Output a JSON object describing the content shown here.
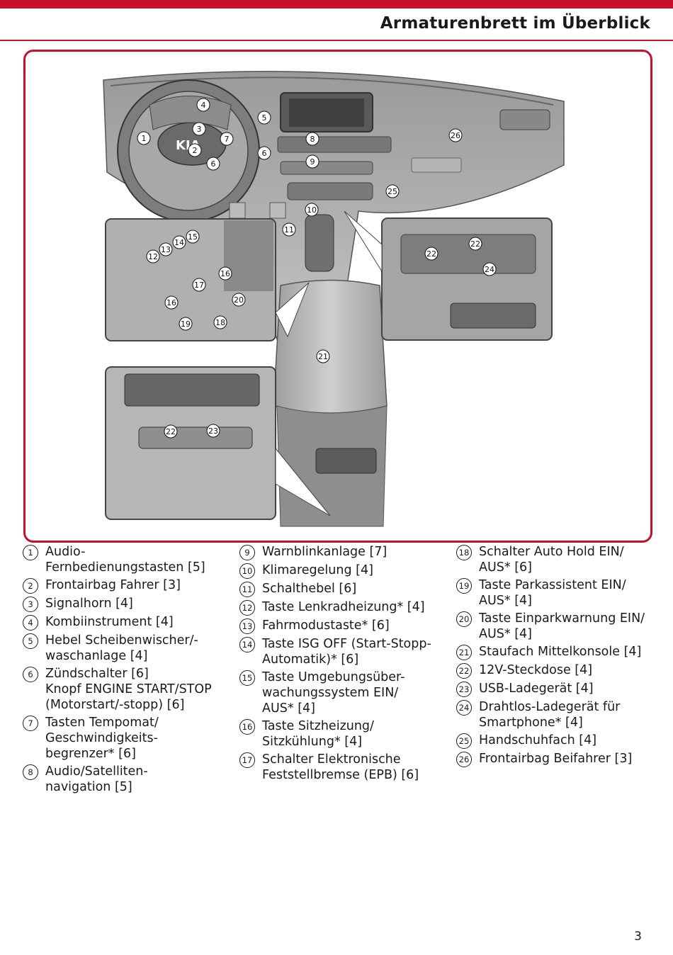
{
  "header": {
    "title": "Armaturenbrett im Überblick"
  },
  "figure": {
    "callouts": [
      "1",
      "2",
      "3",
      "4",
      "5",
      "6",
      "6",
      "7",
      "8",
      "9",
      "10",
      "11",
      "12",
      "13",
      "14",
      "15",
      "16",
      "16",
      "17",
      "18",
      "19",
      "20",
      "21",
      "22",
      "22",
      "22",
      "23",
      "24",
      "25",
      "26"
    ]
  },
  "legend": {
    "col1": [
      {
        "n": "1",
        "text": "Audio-\nFernbedienungstasten [5]"
      },
      {
        "n": "2",
        "text": "Frontairbag Fahrer [3]"
      },
      {
        "n": "3",
        "text": "Signalhorn [4]"
      },
      {
        "n": "4",
        "text": "Kombiinstrument [4]"
      },
      {
        "n": "5",
        "text": "Hebel Scheibenwischer/-\nwaschanlage [4]"
      },
      {
        "n": "6",
        "text": "Zündschalter [6]\nKnopf ENGINE START/STOP\n(Motorstart/-stopp) [6]"
      },
      {
        "n": "7",
        "text": "Tasten Tempomat/\nGeschwindigkeits-\nbegrenzer* [6]"
      },
      {
        "n": "8",
        "text": "Audio/Satelliten-\nnavigation [5]"
      }
    ],
    "col2": [
      {
        "n": "9",
        "text": "Warnblinkanlage [7]"
      },
      {
        "n": "10",
        "text": "Klimaregelung [4]"
      },
      {
        "n": "11",
        "text": "Schalthebel [6]"
      },
      {
        "n": "12",
        "text": "Taste Lenkradheizung* [4]"
      },
      {
        "n": "13",
        "text": "Fahrmodustaste* [6]"
      },
      {
        "n": "14",
        "text": "Taste ISG OFF (Start-Stopp-\nAutomatik)* [6]"
      },
      {
        "n": "15",
        "text": "Taste Umgebungsüber-\nwachungssystem EIN/\nAUS* [4]"
      },
      {
        "n": "16",
        "text": "Taste Sitzheizung/\nSitzkühlung* [4]"
      },
      {
        "n": "17",
        "text": "Schalter Elektronische\nFeststellbremse (EPB) [6]"
      }
    ],
    "col3": [
      {
        "n": "18",
        "text": "Schalter Auto Hold EIN/\nAUS* [6]"
      },
      {
        "n": "19",
        "text": "Taste Parkassistent EIN/\nAUS* [4]"
      },
      {
        "n": "20",
        "text": "Taste Einparkwarnung EIN/\nAUS* [4]"
      },
      {
        "n": "21",
        "text": "Staufach Mittelkonsole [4]"
      },
      {
        "n": "22",
        "text": "12V-Steckdose [4]"
      },
      {
        "n": "23",
        "text": "USB-Ladegerät [4]"
      },
      {
        "n": "24",
        "text": "Drahtlos-Ladegerät für\nSmartphone* [4]"
      },
      {
        "n": "25",
        "text": "Handschuhfach [4]"
      },
      {
        "n": "26",
        "text": "Frontairbag Beifahrer [3]"
      }
    ]
  },
  "footer": {
    "page_number": "3"
  }
}
